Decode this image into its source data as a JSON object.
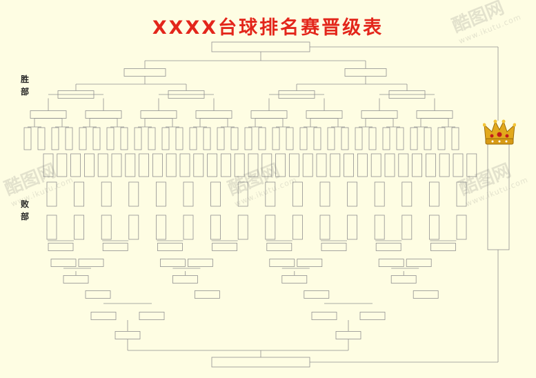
{
  "title": "XXXX台球排名赛晋级表",
  "labels": {
    "winners": "胜部",
    "losers": "败部"
  },
  "watermark": {
    "brand": "酷图网",
    "url": "www.ikutu.com"
  },
  "colors": {
    "background": "#FEFDE3",
    "title": "#E3261B",
    "lines": "#8F8F8F",
    "crown_gold": "#E2A91C",
    "crown_jewel": "#C21C1C"
  }
}
